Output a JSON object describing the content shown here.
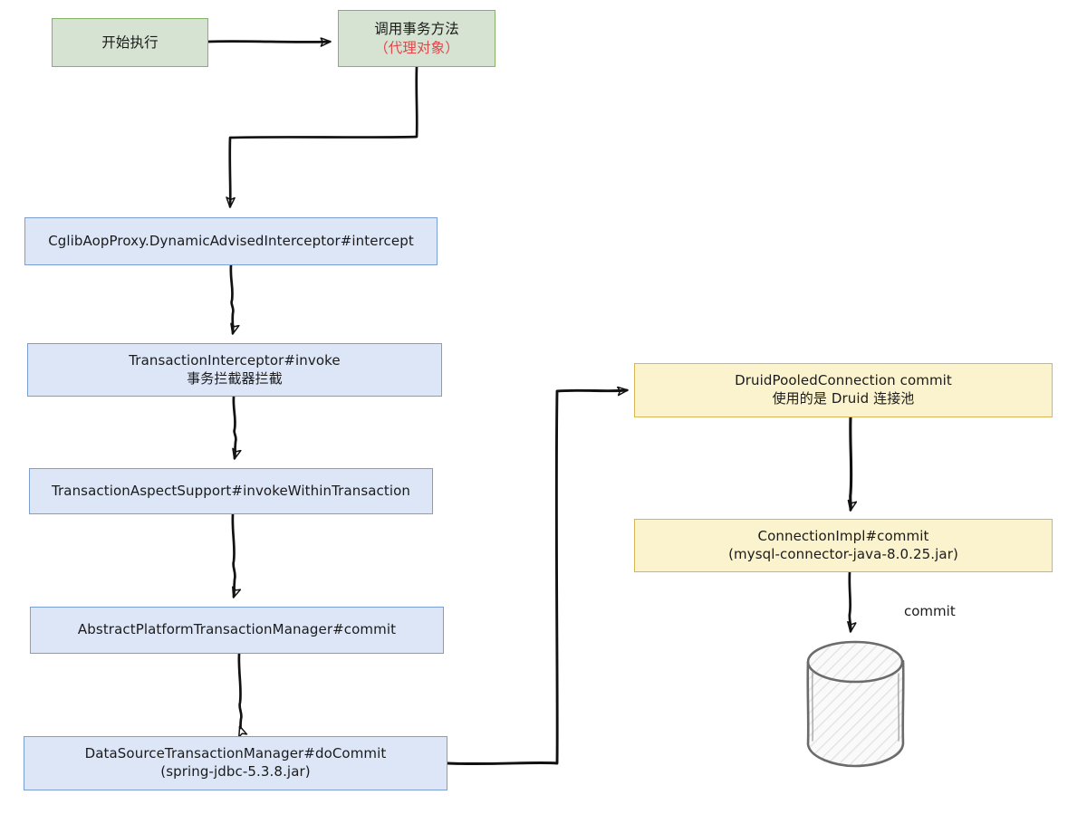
{
  "diagram": {
    "title": "Spring Transaction Commit Call Flow",
    "colors": {
      "green_fill": "#d6e3d2",
      "green_stroke": "#84b366",
      "blue_fill": "#dce6f7",
      "blue_stroke": "#7b9fd2",
      "yellow_fill": "#fbf2ce",
      "yellow_stroke": "#d6b656",
      "edge_stroke": "#111111",
      "accent_red": "#e0484d",
      "cylinder_stroke": "#6b6b6b",
      "background": "#ffffff"
    },
    "nodes": {
      "start": {
        "line1": "开始执行"
      },
      "invoke_tx_method": {
        "line1": "调用事务方法",
        "line2": "（代理对象）"
      },
      "cglib_intercept": {
        "line1": "CglibAopProxy.DynamicAdvisedInterceptor#intercept"
      },
      "tx_interceptor": {
        "line1": "TransactionInterceptor#invoke",
        "line2": "事务拦截器拦截"
      },
      "tx_aspect_support": {
        "line1": "TransactionAspectSupport#invokeWithinTransaction"
      },
      "abstract_ptm": {
        "line1": "AbstractPlatformTransactionManager#commit"
      },
      "ds_tx_manager": {
        "line1": "DataSourceTransactionManager#doCommit",
        "line2": "(spring-jdbc-5.3.8.jar)"
      },
      "druid_pooled_connection": {
        "line1": "DruidPooledConnection commit",
        "line2": "使用的是 Druid 连接池"
      },
      "connection_impl": {
        "line1": "ConnectionImpl#commit",
        "line2": "(mysql-connector-java-8.0.25.jar)"
      },
      "database": {
        "label": "database-cylinder"
      }
    },
    "edge_labels": {
      "commit_to_db": "commit"
    },
    "edges": [
      {
        "from": "start",
        "to": "invoke_tx_method"
      },
      {
        "from": "invoke_tx_method",
        "to": "cglib_intercept"
      },
      {
        "from": "cglib_intercept",
        "to": "tx_interceptor"
      },
      {
        "from": "tx_interceptor",
        "to": "tx_aspect_support"
      },
      {
        "from": "tx_aspect_support",
        "to": "abstract_ptm"
      },
      {
        "from": "abstract_ptm",
        "to": "ds_tx_manager"
      },
      {
        "from": "ds_tx_manager",
        "to": "druid_pooled_connection"
      },
      {
        "from": "druid_pooled_connection",
        "to": "connection_impl"
      },
      {
        "from": "connection_impl",
        "to": "database",
        "label": "commit"
      }
    ]
  }
}
